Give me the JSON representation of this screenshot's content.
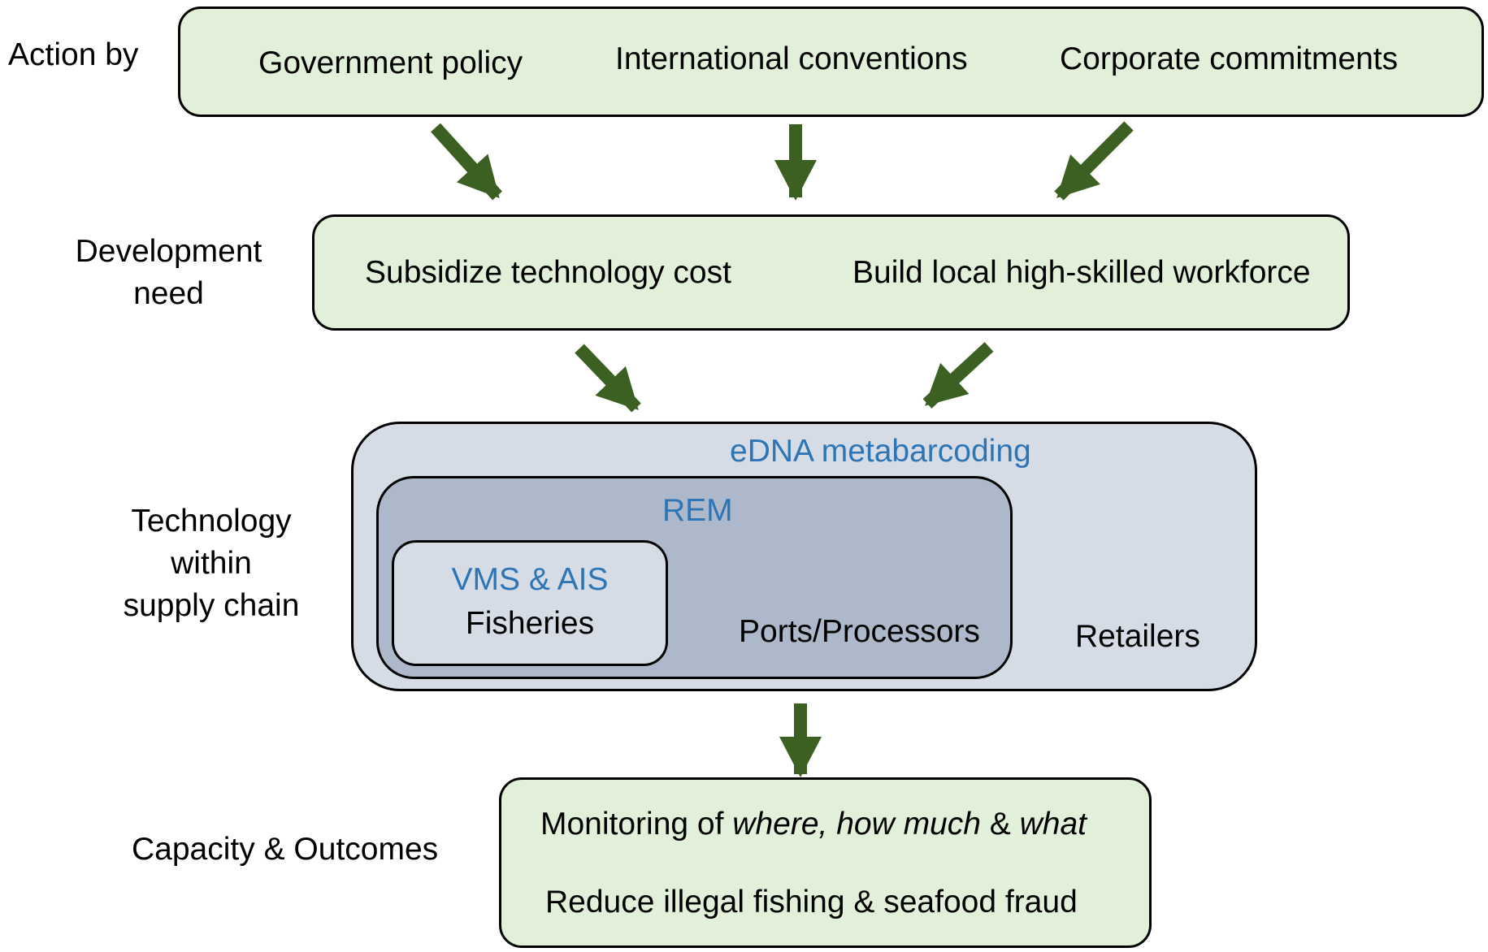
{
  "rows": {
    "action_label": "Action by",
    "development_label": [
      "Development",
      "need"
    ],
    "technology_label": [
      "Technology",
      "within",
      "supply chain"
    ],
    "capacity_label": "Capacity & Outcomes"
  },
  "action_box": {
    "items": [
      "Government policy",
      "International conventions",
      "Corporate commitments"
    ]
  },
  "development_box": {
    "items": [
      "Subsidize technology cost",
      "Build local high-skilled workforce"
    ]
  },
  "technology_box": {
    "outer_title": "eDNA metabarcoding",
    "outer_sublabel": "Retailers",
    "mid_title": "REM",
    "mid_sublabel": "Ports/Processors",
    "inner_title": "VMS & AIS",
    "inner_sublabel": "Fisheries"
  },
  "outcomes_box": {
    "line1_prefix": "Monitoring of ",
    "line1_where": "where, how much",
    "line1_amp": " & ",
    "line1_what": "what",
    "line2": "Reduce illegal fishing & seafood fraud"
  },
  "colors": {
    "green_fill": "#e2f0d9",
    "arrow": "#3c5f22",
    "tech_light": "#d6dce5",
    "tech_mid": "#adb9ca",
    "blue_text": "#2e75b6"
  }
}
